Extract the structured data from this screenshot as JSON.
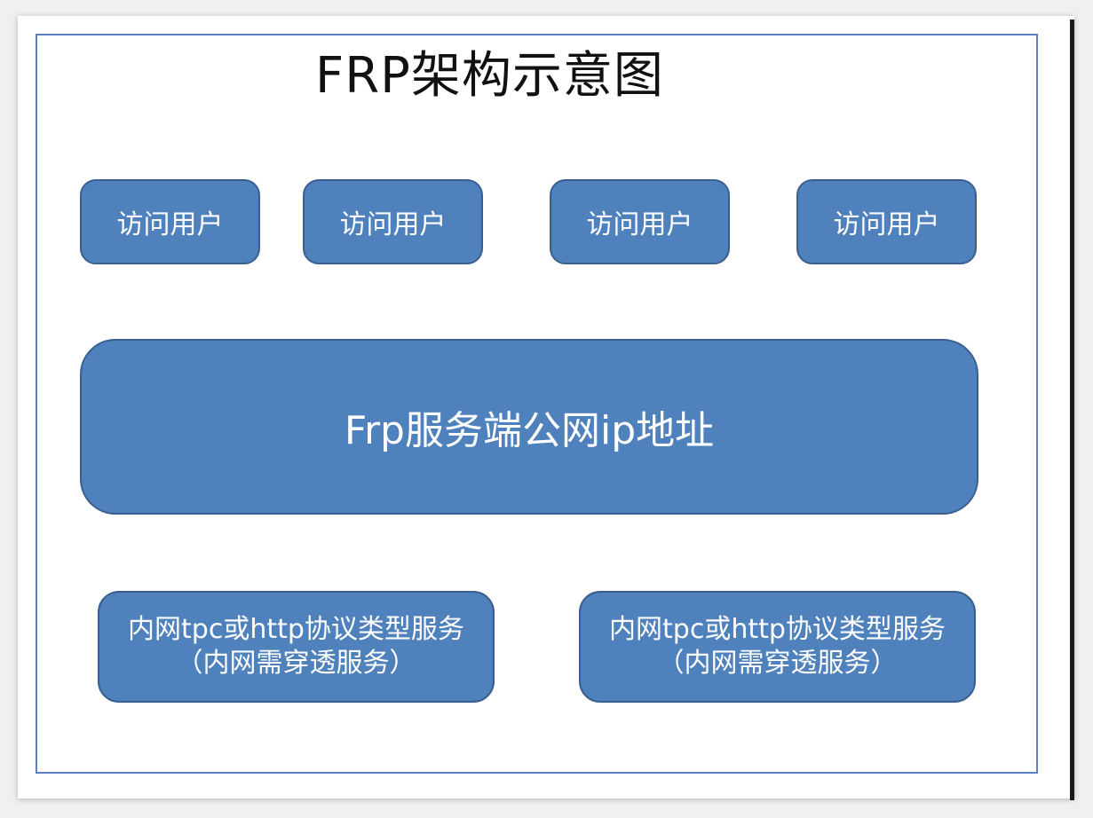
{
  "diagram": {
    "title": "FRP架构示意图",
    "users": [
      {
        "label": "访问用户"
      },
      {
        "label": "访问用户"
      },
      {
        "label": "访问用户"
      },
      {
        "label": "访问用户"
      }
    ],
    "server": {
      "label": "Frp服务端公网ip地址"
    },
    "services": [
      {
        "line1": "内网tpc或http协议类型服务",
        "line2": "（内网需穿透服务）"
      },
      {
        "line1": "内网tpc或http协议类型服务",
        "line2": "（内网需穿透服务）"
      }
    ],
    "colors": {
      "box_fill": "#4f81bd",
      "box_border": "#3a5f8f",
      "frame_border": "#5b7fbf",
      "text_on_box": "#ffffff",
      "title_text": "#111111"
    }
  }
}
